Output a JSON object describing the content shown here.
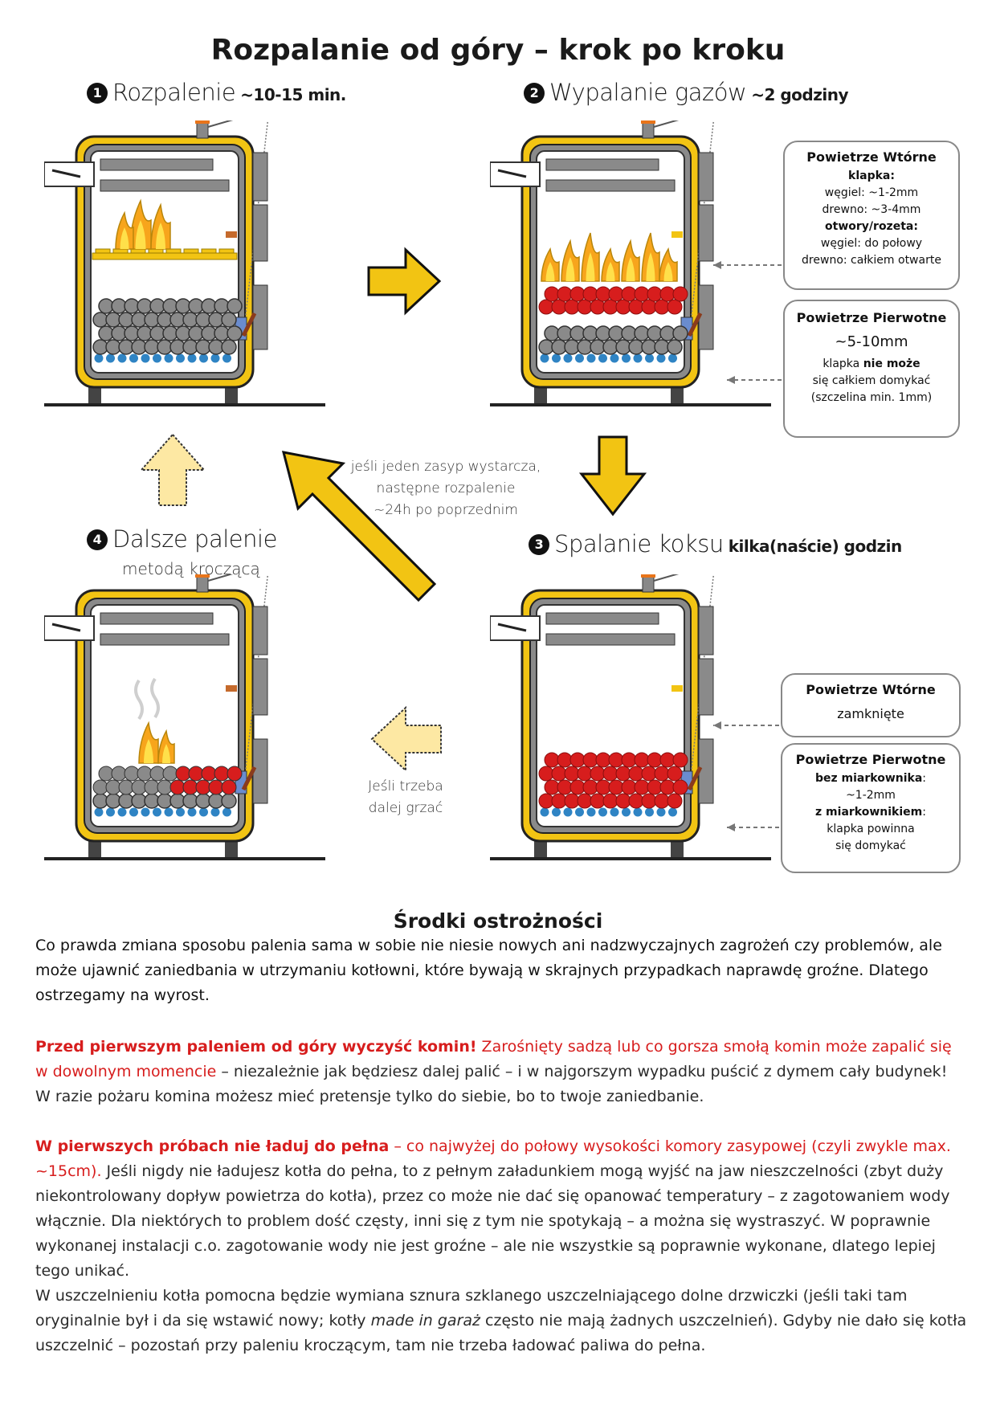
{
  "title": "Rozpalanie od góry – krok po kroku",
  "steps": [
    {
      "number": "1",
      "title": "Rozpalenie",
      "duration": "~10-15 min."
    },
    {
      "number": "2",
      "title": "Wypalanie gazów",
      "duration": "~2 godziny"
    },
    {
      "number": "3",
      "title": "Spalanie koksu",
      "duration": "kilka(naście) godzin"
    },
    {
      "number": "4",
      "title": "Dalsze palenie",
      "subtitle": "metodą kroczącą"
    }
  ],
  "notes": {
    "diagonal": [
      "jeśli jeden zasyp wystarcza,",
      "następne rozpalenie",
      "~24h po poprzednim"
    ],
    "left_arrow": [
      "Jeśli trzeba",
      "dalej grzać"
    ]
  },
  "boxes": {
    "step2_secondary": {
      "title": "Powietrze Wtórne",
      "line1": "klapka:",
      "line2": "węgiel: ~1-2mm",
      "line3": "drewno: ~3-4mm",
      "line4": "otwory/rozeta:",
      "line5": "węgiel: do połowy",
      "line6": "drewno: całkiem otwarte"
    },
    "step2_primary": {
      "title": "Powietrze Pierwotne",
      "line1": "~5-10mm",
      "line2a": "klapka ",
      "line2b": "nie może",
      "line3": "się całkiem domykać",
      "line4": "(szczelina min. 1mm)"
    },
    "step3_secondary": {
      "title": "Powietrze Wtórne",
      "line1": "zamknięte"
    },
    "step3_primary": {
      "title": "Powietrze Pierwotne",
      "line1a": "bez miarkownika",
      "line1b": ":",
      "line2": "~1-2mm",
      "line3a": "z miarkownikiem",
      "line3b": ":",
      "line4": "klapka powinna",
      "line5": "się domykać"
    }
  },
  "caution": {
    "heading": "Środki ostrożności",
    "intro": "Co prawda zmiana sposobu palenia sama w sobie nie niesie nowych ani nadzwyczajnych zagrożeń czy problemów, ale może ujawnić zaniedbania w utrzymaniu kotłowni, które bywają w skrajnych przypadkach naprawdę groźne. Dlatego ostrzegamy na wyrost.",
    "p1_bold": "Przed pierwszym paleniem od góry wyczyść komin!",
    "p1_red": " Zarośnięty sadzą lub co gorsza smołą komin może zapalić się w dowolnym momencie",
    "p1_rest": " – niezależnie jak będziesz dalej palić – i w najgorszym wypadku puścić z dymem cały budynek! W razie pożaru komina możesz mieć pretensje tylko do siebie, bo to twoje zaniedbanie.",
    "p2_bold": "W pierwszych próbach nie ładuj do pełna",
    "p2_red": " – co najwyżej do połowy wysokości komory zasypowej (czyli zwykle max. ~15cm).",
    "p2_rest": " Jeśli nigdy nie ładujesz kotła do pełna, to z pełnym załadunkiem mogą wyjść na jaw nieszczelności (zbyt duży niekontrolowany dopływ powietrza do kotła), przez co może nie dać się opanować temperatury – z zagotowaniem wody włącznie. Dla niektórych to problem dość częsty, inni się z tym nie spotykają – a można się wystraszyć. W poprawnie wykonanej instalacji c.o. zagotowanie wody nie jest groźne – ale nie wszystkie są poprawnie wykonane, dlatego lepiej tego unikać.",
    "p3_a": "W uszczelnieniu kotła pomocna będzie wymiana sznura szklanego uszczelniającego dolne drzwiczki (jeśli taki tam oryginalnie był i da się wstawić nowy; kotły ",
    "p3_italic": "made in garaż",
    "p3_b": " często nie mają żadnych uszczelnień). Gdyby nie dało się kotła uszczelnić – pozostań przy paleniu kroczącym, tam nie trzeba ładować paliwa do pełna."
  },
  "colors": {
    "yellow": "#f2c413",
    "boiler_outline": "#6e6e6e",
    "red": "#d71d1d",
    "coal": "#8a8a8a",
    "water": "#2f84c4"
  }
}
